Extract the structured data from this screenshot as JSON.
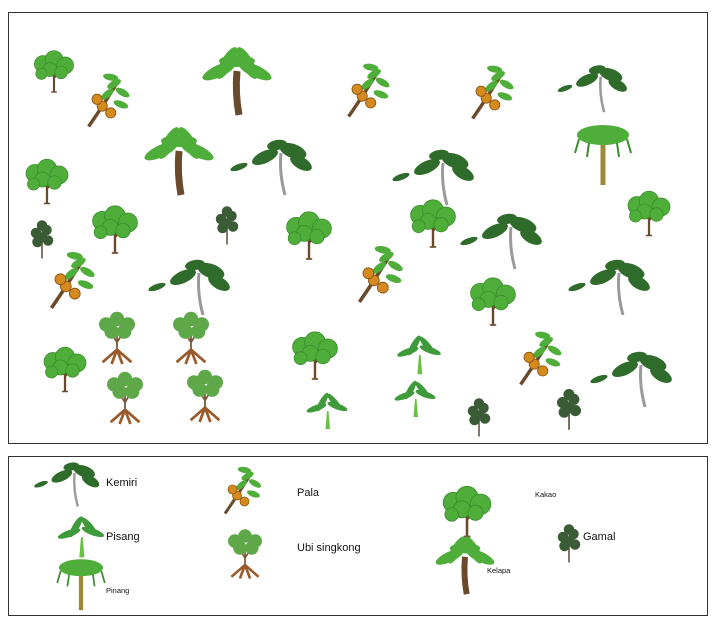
{
  "legend": {
    "kemiri": "Kemiri",
    "pala": "Pala",
    "kakao": "Kakao",
    "pisang": "Pisang",
    "ubi": "Ubi singkong",
    "gamal": "Gamal",
    "pinang": "Pinang",
    "kelapa": "Kelapa"
  },
  "colors": {
    "leaf": "#4fae3a",
    "leaf_dark": "#2f6b2a",
    "trunk": "#6b4a2b",
    "fruit": "#d48a1f",
    "stem_grey": "#9a9a9a"
  },
  "icons": [
    "kemiri-tree-icon",
    "pala-tree-icon",
    "kakao-tree-icon",
    "pisang-tree-icon",
    "ubi-singkong-plant-icon",
    "gamal-tree-icon",
    "pinang-palm-icon",
    "kelapa-palm-icon"
  ]
}
